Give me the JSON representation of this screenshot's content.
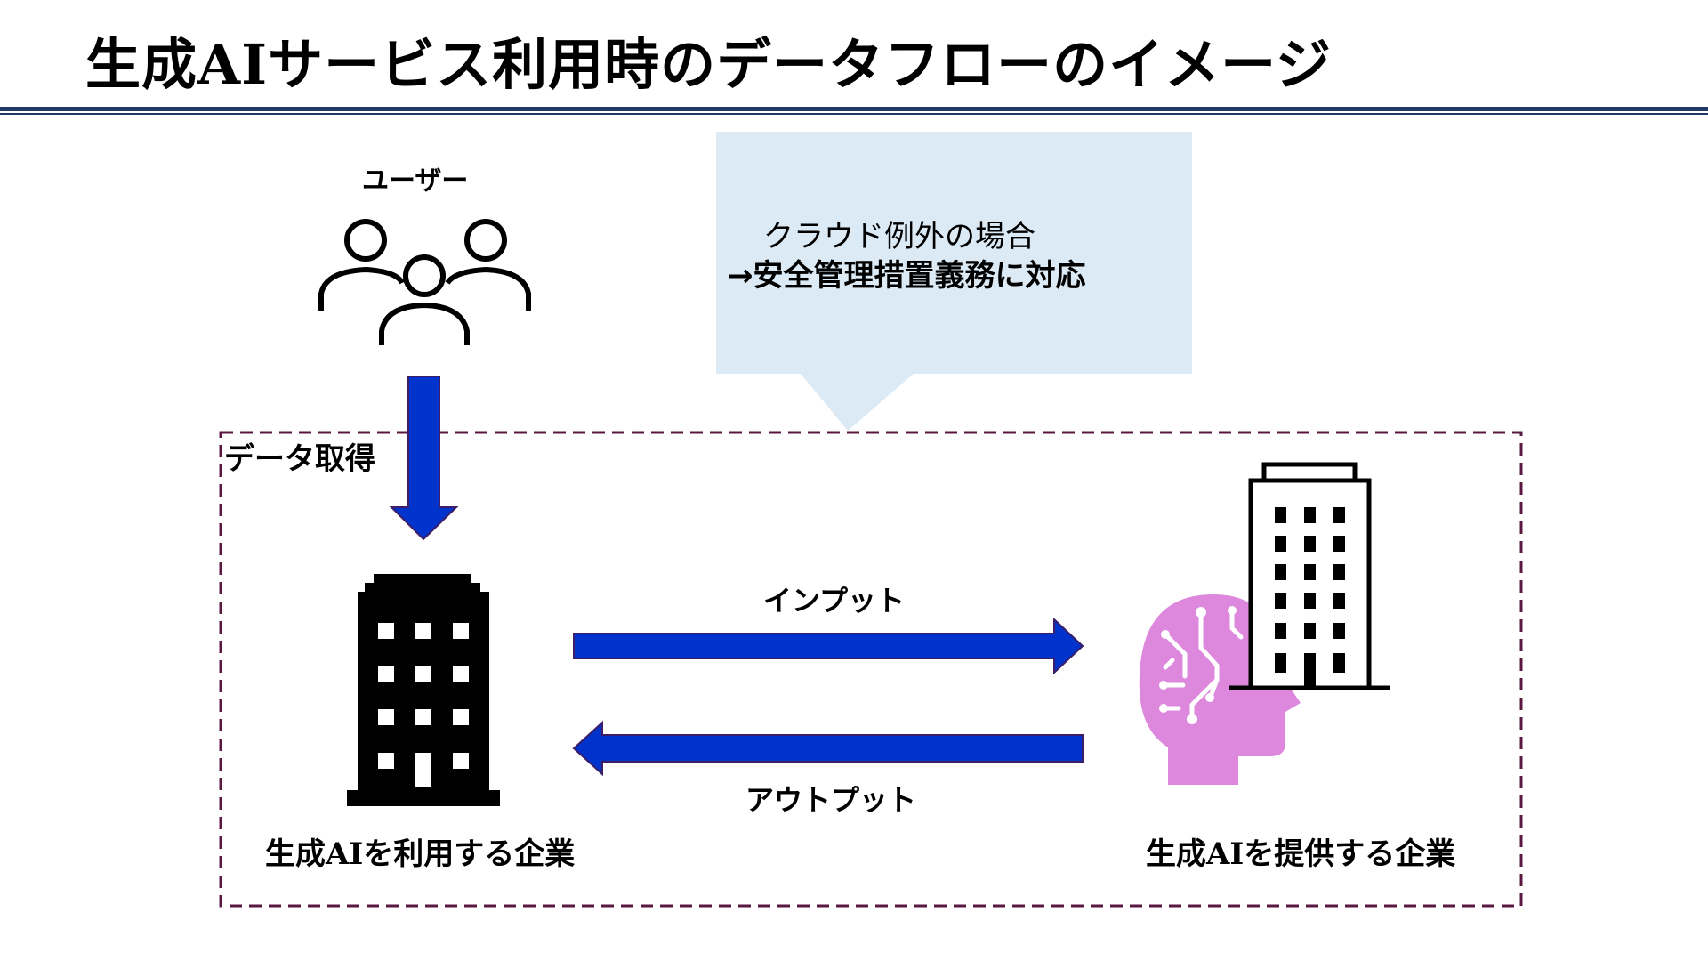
{
  "title": "生成AIサービス利用時のデータフローのイメージ",
  "user_label": "ユーザー",
  "callout": {
    "line1": "クラウド例外の場合",
    "line2": "→安全管理措置義務に対応"
  },
  "data_acquisition_label": "データ取得",
  "input_label": "インプット",
  "output_label": "アウトプット",
  "user_company_label": "生成AIを利用する企業",
  "provider_company_label": "生成AIを提供する企業",
  "icons": [
    "users-icon",
    "office-building-icon",
    "ai-head-icon",
    "office-tower-icon"
  ],
  "colors": {
    "title_rule": "#1f3864",
    "callout_fill": "#dceaf5",
    "arrow_fill": "#0033cc",
    "dashed_border": "#5a1840",
    "ai_head": "#dd88dd"
  }
}
